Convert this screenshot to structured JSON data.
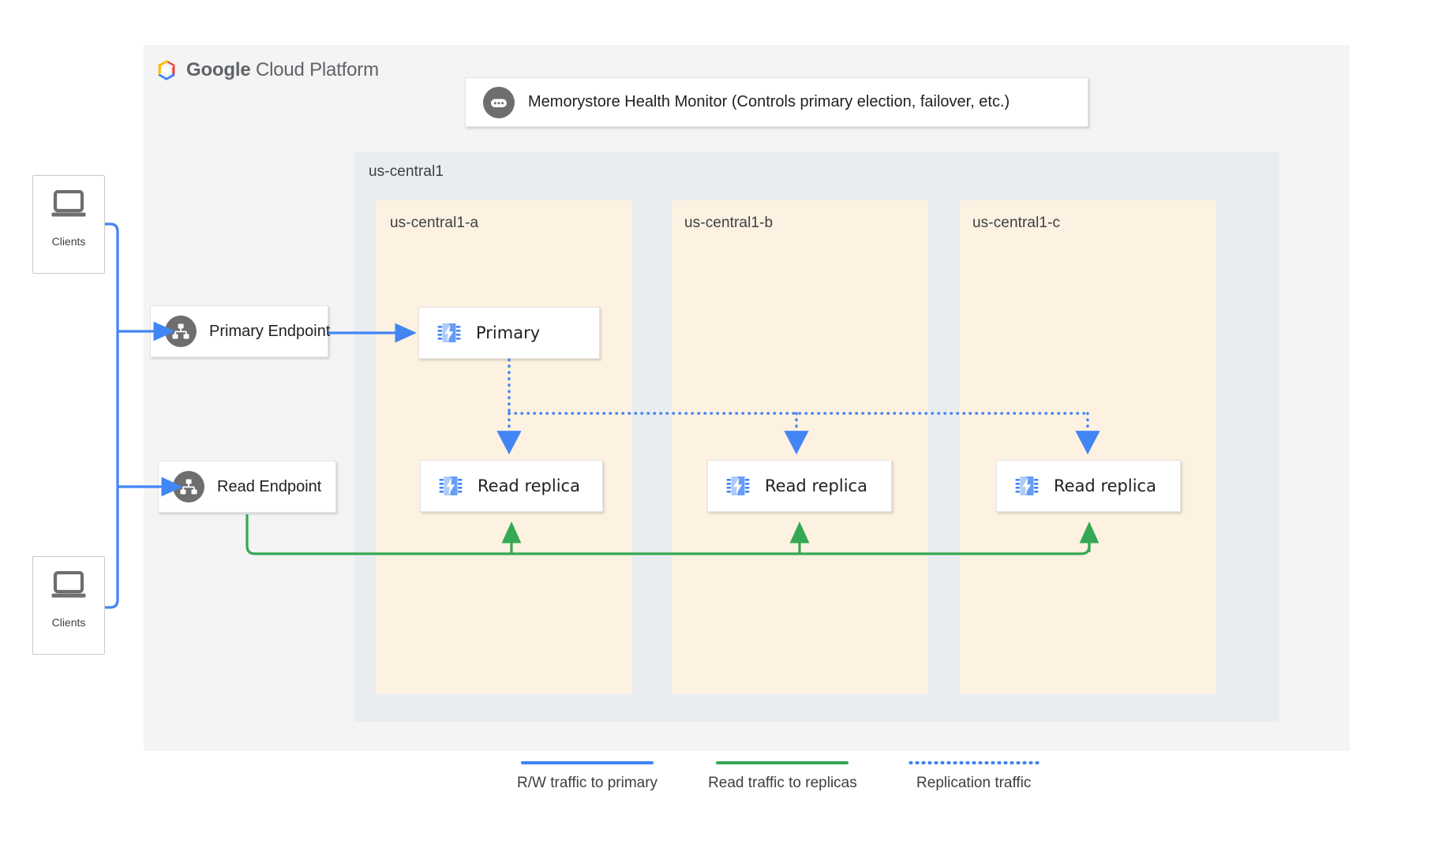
{
  "brand": {
    "logo_icon": "google-cloud-hexagon-logo-icon",
    "name_bold": "Google",
    "name_rest": "Cloud Platform"
  },
  "health_monitor": {
    "icon": "chat-dots-circle-icon",
    "label": "Memorystore Health Monitor (Controls primary election, failover, etc.)"
  },
  "region": {
    "label": "us-central1",
    "zones": [
      {
        "label": "us-central1-a"
      },
      {
        "label": "us-central1-b"
      },
      {
        "label": "us-central1-c"
      }
    ]
  },
  "clients": [
    {
      "icon": "laptop-icon",
      "label": "Clients"
    },
    {
      "icon": "laptop-icon",
      "label": "Clients"
    }
  ],
  "endpoints": [
    {
      "icon": "network-hierarchy-icon",
      "label": "Primary Endpoint"
    },
    {
      "icon": "network-hierarchy-icon",
      "label": "Read Endpoint"
    }
  ],
  "nodes": {
    "primary": {
      "icon": "memorystore-chip-icon",
      "label": "Primary"
    },
    "replica_a": {
      "icon": "memorystore-chip-icon",
      "label": "Read replica"
    },
    "replica_b": {
      "icon": "memorystore-chip-icon",
      "label": "Read replica"
    },
    "replica_c": {
      "icon": "memorystore-chip-icon",
      "label": "Read replica"
    }
  },
  "legend": [
    {
      "label": "R/W traffic to primary",
      "color": "#4285f4",
      "style": "solid"
    },
    {
      "label": "Read traffic to replicas",
      "color": "#34a853",
      "style": "solid"
    },
    {
      "label": "Replication traffic",
      "color": "#4285f4",
      "style": "dotted"
    }
  ],
  "colors": {
    "canvas": "#f4f4f4",
    "region_bg": "#e9edf0",
    "zone_bg": "#fdf1e1",
    "blue": "#4285f4",
    "green": "#34a853",
    "gray_icon": "#6e6e6e"
  }
}
